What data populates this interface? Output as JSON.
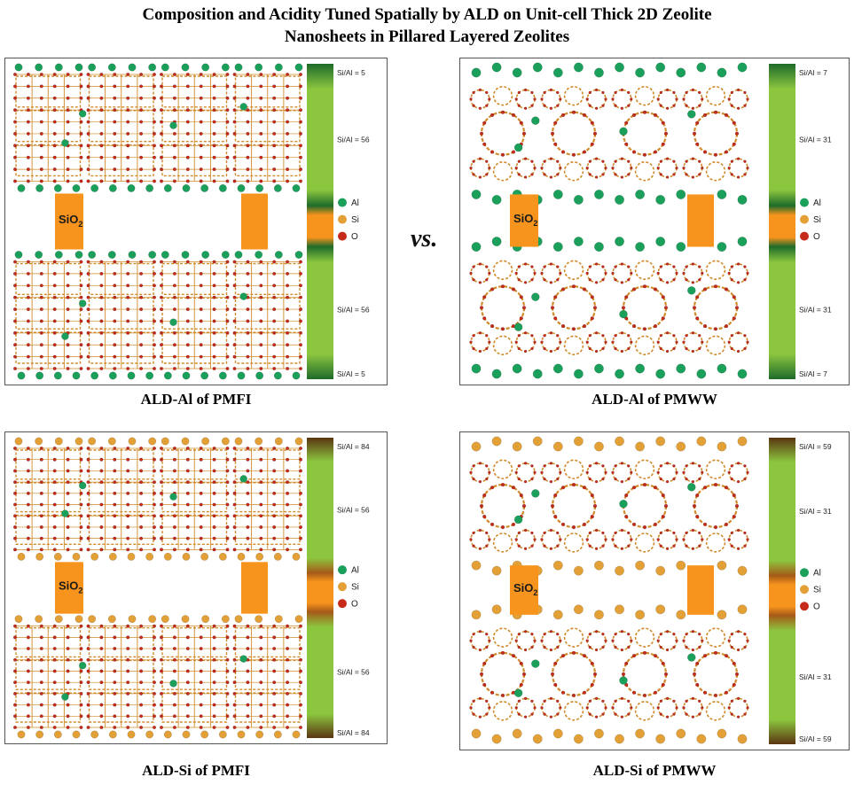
{
  "title_line1": "Composition and Acidity Tuned Spatially by ALD on Unit-cell Thick 2D Zeolite",
  "title_line2": "Nanosheets in Pillared Layered Zeolites",
  "vs_label": "vs.",
  "legend": {
    "al": "Al",
    "si": "Si",
    "o": "O"
  },
  "pillar_label": "SiO",
  "pillar_subscript": "2",
  "colors": {
    "al": "#1aa05a",
    "si": "#e3a036",
    "o": "#c62a1a",
    "framework_bond": "#d08a2a",
    "pillar": "#f7941d",
    "bar_light_green": "#8cc63f",
    "bar_dark_green": "#1e6b2a",
    "bar_brown": "#5a3511"
  },
  "panels": [
    {
      "id": "ald-al-pmfi",
      "caption": "ALD-Al of PMFI",
      "type": "MFI",
      "surface_atom": "al",
      "bar_end": "green",
      "ratios": [
        "Si/Al = 5",
        "Si/Al = 56",
        "Si/Al = 56",
        "Si/Al = 5"
      ]
    },
    {
      "id": "ald-al-pmww",
      "caption": "ALD-Al of PMWW",
      "type": "MWW",
      "surface_atom": "al",
      "bar_end": "green",
      "ratios": [
        "Si/Al = 7",
        "Si/Al = 31",
        "Si/Al = 31",
        "Si/Al = 7"
      ]
    },
    {
      "id": "ald-si-pmfi",
      "caption": "ALD-Si of PMFI",
      "type": "MFI",
      "surface_atom": "si",
      "bar_end": "brown",
      "ratios": [
        "Si/Al = 84",
        "Si/Al = 56",
        "Si/Al = 56",
        "Si/Al = 84"
      ]
    },
    {
      "id": "ald-si-pmww",
      "caption": "ALD-Si of PMWW",
      "type": "MWW",
      "surface_atom": "si",
      "bar_end": "brown",
      "ratios": [
        "Si/Al = 59",
        "Si/Al = 31",
        "Si/Al = 31",
        "Si/Al = 59"
      ]
    }
  ]
}
